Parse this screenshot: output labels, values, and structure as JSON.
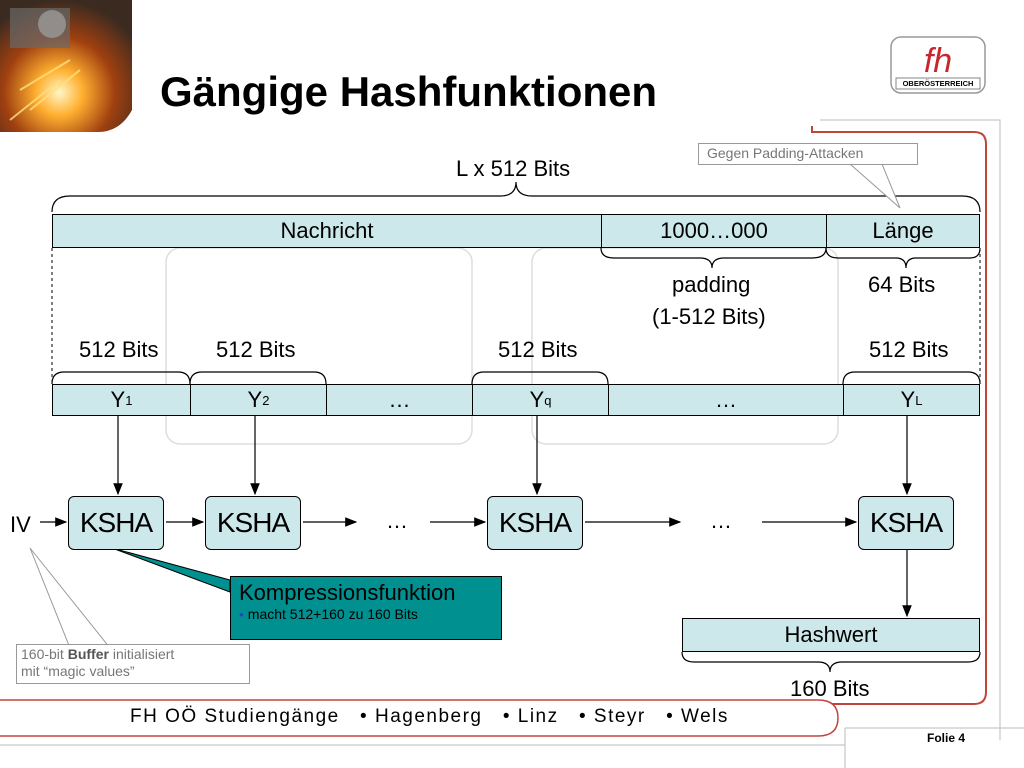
{
  "title": "Gängige Hashfunktionen",
  "logo": {
    "letters": "fh",
    "subtext": "OBERÖSTERREICH"
  },
  "callouts": {
    "padding_attack": "Gegen Padding-Attacken",
    "buffer_prefix": "160-bit ",
    "buffer_bold": "Buffer",
    "buffer_suffix": " initialisiert",
    "buffer_line2": "mit “magic values”"
  },
  "message": {
    "total_label": "L x 512 Bits",
    "segments": [
      "Nachricht",
      "1000…000",
      "Länge"
    ],
    "padding_label_1": "padding",
    "padding_label_2": "(1-512 Bits)",
    "length_label": "64 Bits"
  },
  "blocks": {
    "size_label": "512 Bits",
    "names": [
      {
        "base": "Y",
        "sub": "1"
      },
      {
        "base": "Y",
        "sub": "2"
      },
      {
        "base": "…",
        "sub": ""
      },
      {
        "base": "Y",
        "sub": "q"
      },
      {
        "base": "…",
        "sub": ""
      },
      {
        "base": "Y",
        "sub": "L"
      }
    ]
  },
  "chain": {
    "iv_label": "IV",
    "node_label": "KSHA",
    "ellipsis": "…"
  },
  "compression": {
    "title": "Kompressionsfunktion",
    "bullet": "•",
    "detail": "macht 512+160 zu 160 Bits"
  },
  "output": {
    "label": "Hashwert",
    "size": "160 Bits"
  },
  "footer": {
    "text": "FH OÖ Studiengänge   • Hagenberg   • Linz   • Steyr   • Wels",
    "slide": "Folie 4"
  }
}
